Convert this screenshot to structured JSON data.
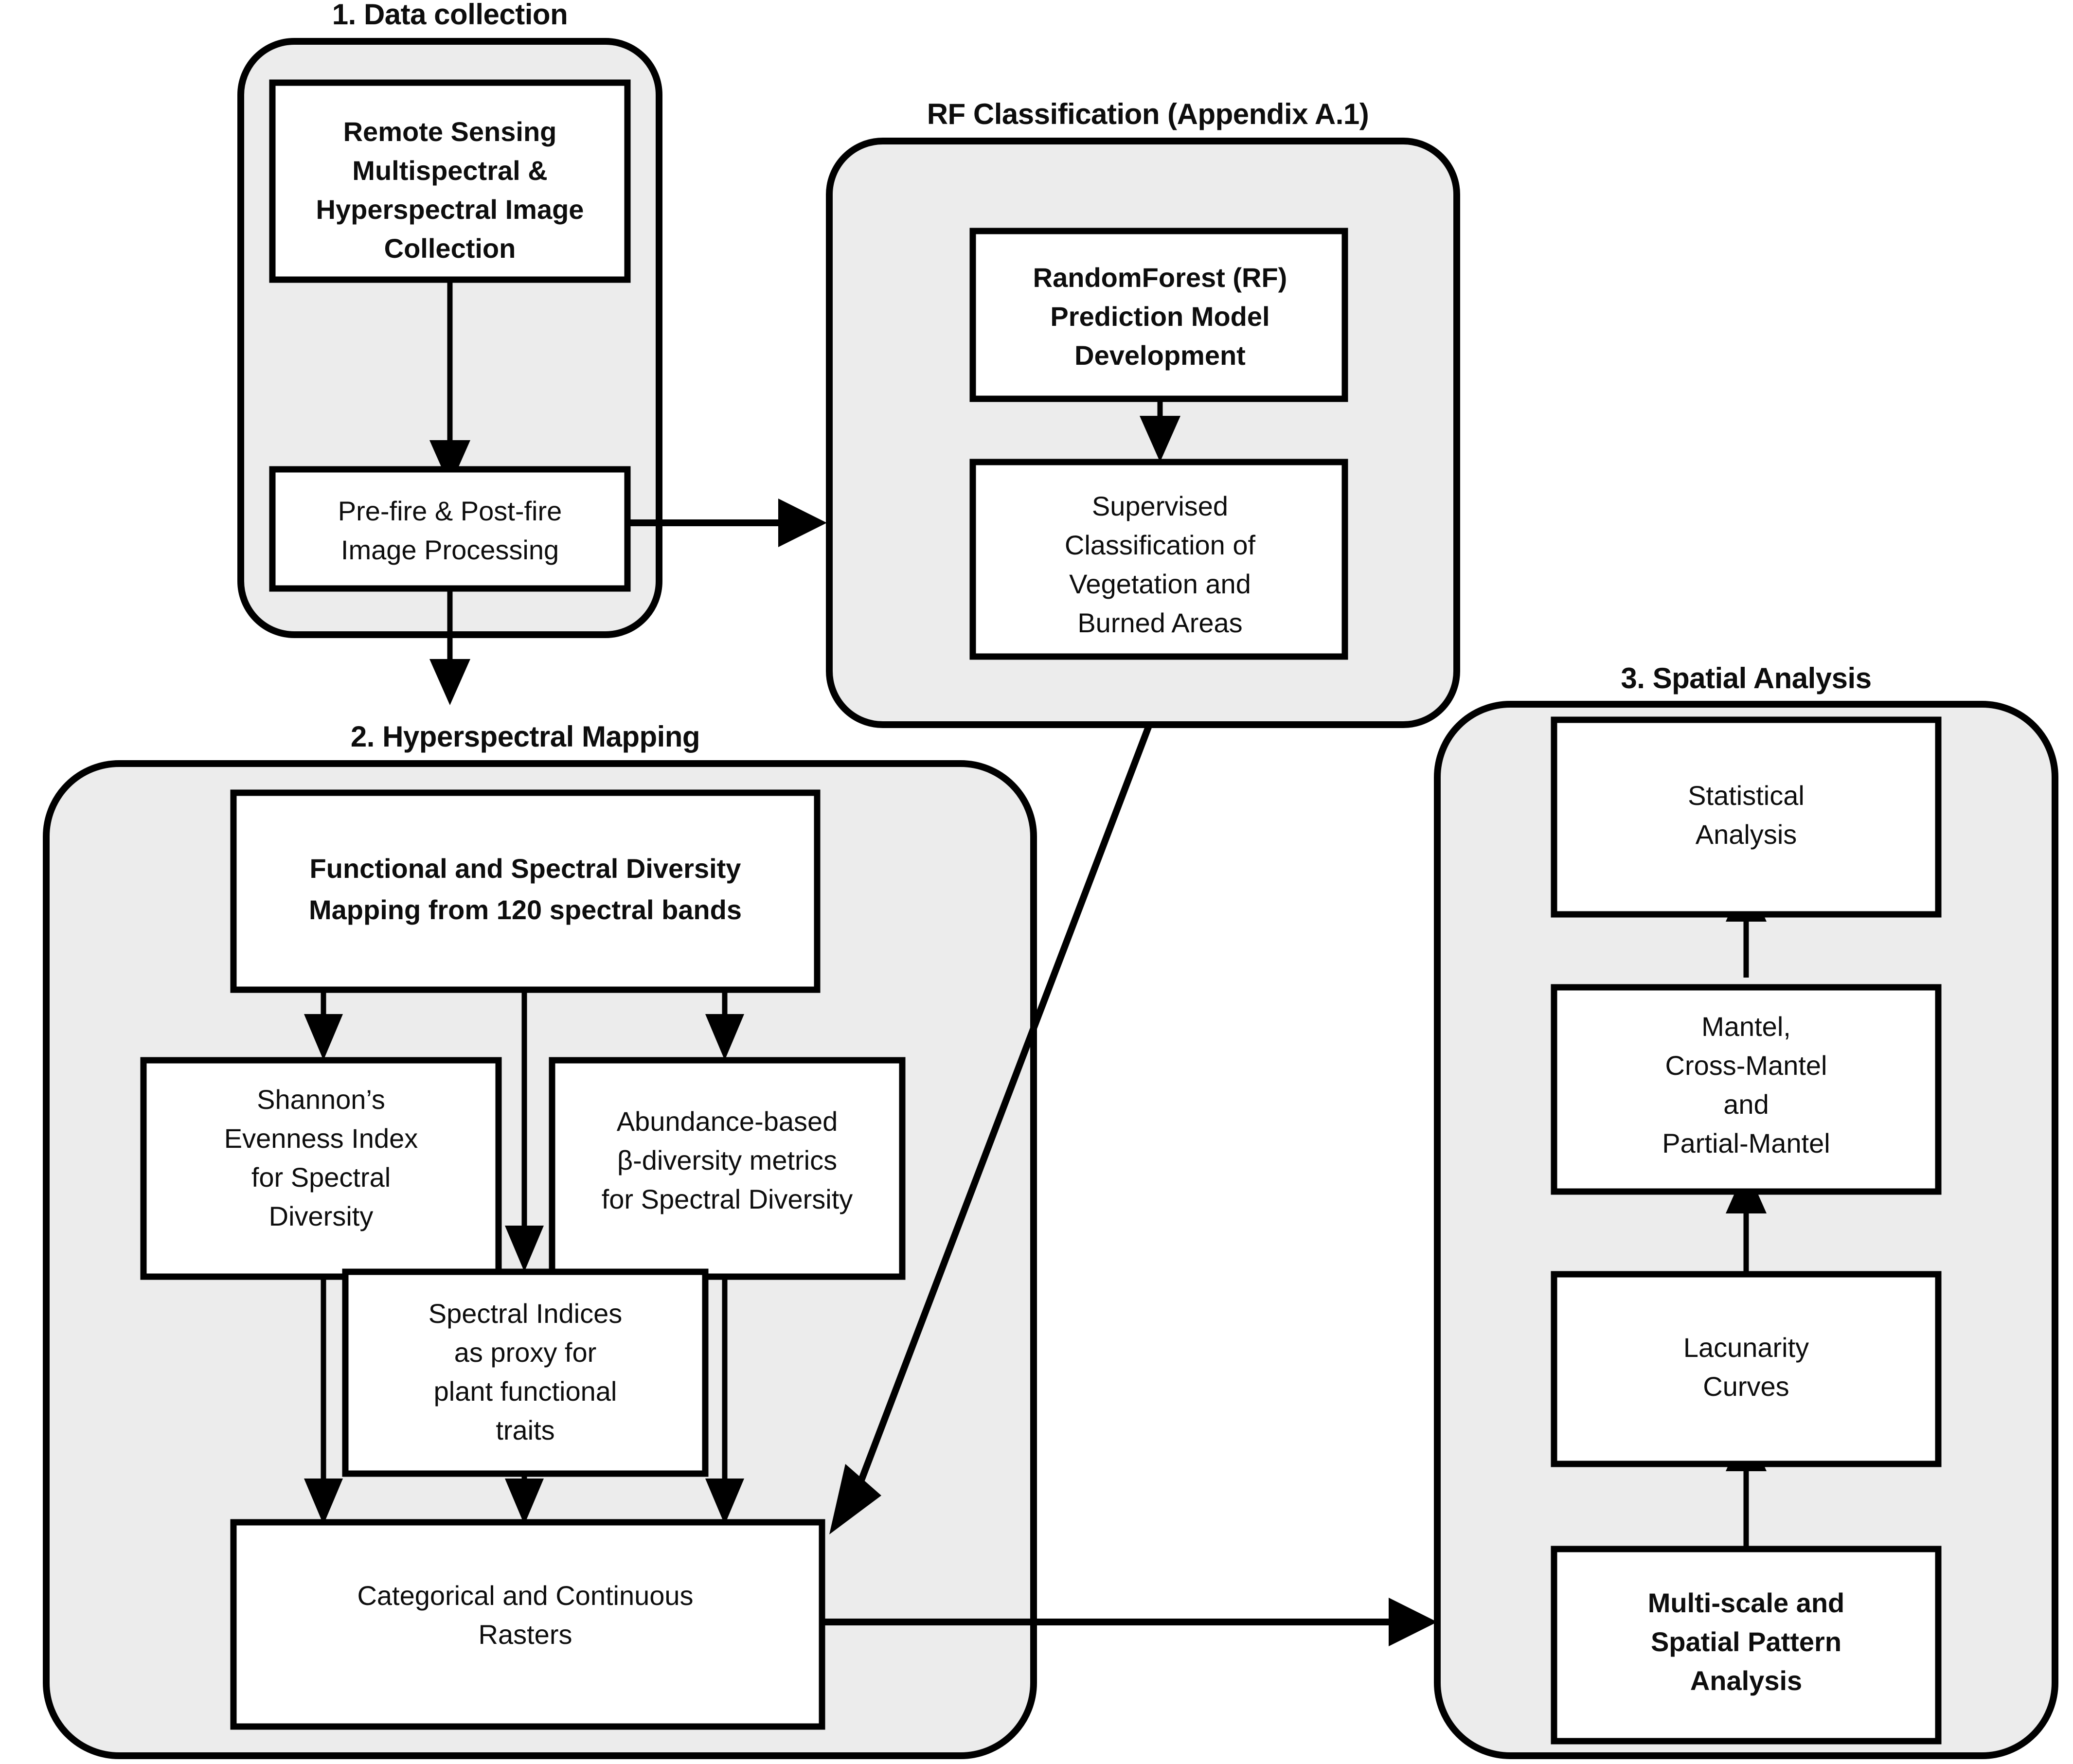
{
  "diagram": {
    "title_1": "1. Data collection",
    "title_rf": "RF Classification (Appendix A.1)",
    "title_2": "2. Hyperspectral Mapping",
    "title_3": "3. Spatial Analysis",
    "colors": {
      "group_fill": "#ECECEC",
      "node_fill": "#FFFFFF",
      "stroke": "#000000",
      "text": "#0D0D0D",
      "page_background": "#FFFFFF"
    },
    "nodes": {
      "remote_sensing": {
        "lines": [
          "Remote Sensing",
          "Multispectral &",
          "Hyperspectral Image",
          "Collection"
        ],
        "bold": true
      },
      "prefire_postfire": {
        "lines": [
          "Pre-fire & Post-fire",
          "Image Processing"
        ],
        "bold": false
      },
      "rf_model": {
        "lines": [
          "RandomForest (RF)",
          "Prediction Model",
          "Development"
        ],
        "bold": true
      },
      "supervised_classification": {
        "lines": [
          "Supervised",
          "Classification of",
          "Vegetation and",
          "Burned Areas"
        ],
        "bold": false
      },
      "functional_spectral_mapping": {
        "lines": [
          "Functional and Spectral Diversity",
          "Mapping from 120 spectral bands"
        ],
        "bold": true
      },
      "shannons_evenness": {
        "lines": [
          "Shannon’s",
          "Evenness Index",
          "for Spectral",
          "Diversity"
        ],
        "bold": false
      },
      "abundance_beta": {
        "lines": [
          "Abundance-based",
          "β-diversity metrics",
          "for Spectral Diversity"
        ],
        "bold": false
      },
      "spectral_indices": {
        "lines": [
          "Spectral Indices",
          "as proxy for",
          "plant functional",
          "traits"
        ],
        "bold": false
      },
      "categorical_rasters": {
        "lines": [
          "Categorical and Continuous",
          "Rasters"
        ],
        "bold": false
      },
      "statistical_analysis": {
        "lines": [
          "Statistical",
          "Analysis"
        ],
        "bold": false
      },
      "mantel_tests": {
        "lines": [
          "Mantel,",
          "Cross-Mantel",
          "and",
          "Partial-Mantel"
        ],
        "bold": false
      },
      "lacunarity_curves": {
        "lines": [
          "Lacunarity",
          "Curves"
        ],
        "bold": false
      },
      "multiscale_spatial": {
        "lines": [
          "Multi-scale and",
          "Spatial Pattern",
          "Analysis"
        ],
        "bold": true
      }
    }
  }
}
